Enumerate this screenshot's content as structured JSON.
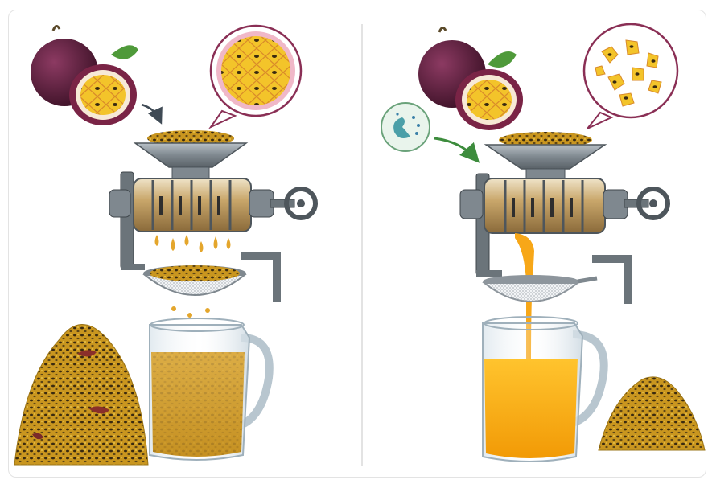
{
  "figure": {
    "panels": [
      {
        "id": "traditional",
        "juice_color": "#d9a93a",
        "seed_pile_color": "#b48a1e",
        "drips": 6
      },
      {
        "id": "enzyme",
        "juice_color": "#f5ab14",
        "seed_pile_color": "#b48a1e",
        "enzyme_icon": "enzyme-cell-icon",
        "arrow_color": "#3d8c3d"
      }
    ],
    "colors": {
      "fruit_skin": "#5a1f3a",
      "fruit_rind": "#8a2f55",
      "pulp": "#f2c21b",
      "seed": "#3a2a10",
      "metal": "#8d959c",
      "metal_dark": "#4e565c",
      "leaf": "#4f9a3a",
      "divider": "#d0d0d0"
    }
  }
}
